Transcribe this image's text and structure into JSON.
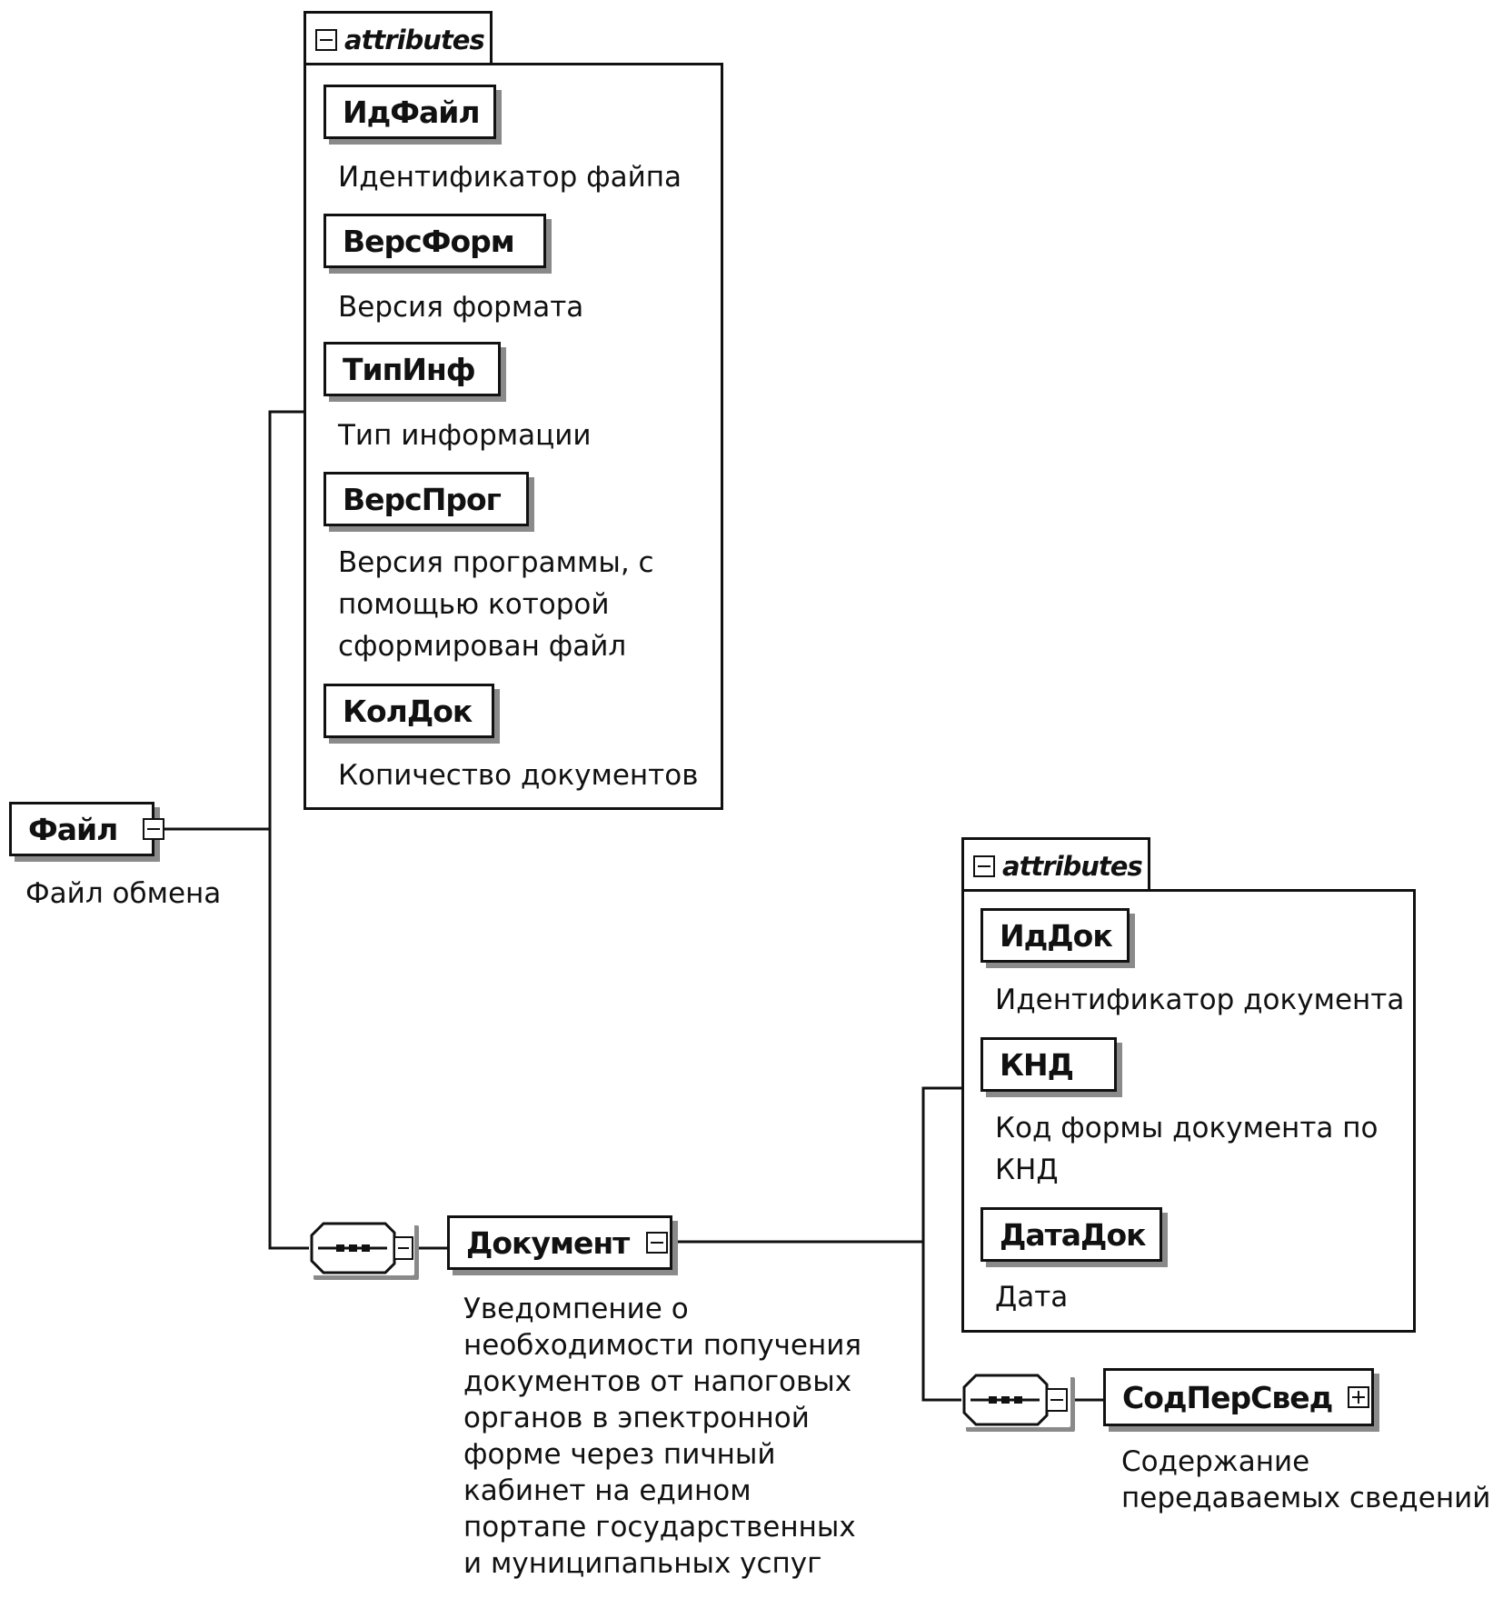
{
  "root": {
    "label": "Файл",
    "description": "Файл обмена"
  },
  "file_attributes": {
    "tab_label": "attributes",
    "items": [
      {
        "name": "ИдФайл",
        "description": "Идентификатор файпа"
      },
      {
        "name": "ВерсФорм",
        "description": "Версия формата"
      },
      {
        "name": "ТипИнф",
        "description": "Тип информации"
      },
      {
        "name": "ВерсПрог",
        "description": "Версия программы, с\nпомощью которой\nсформирован файл"
      },
      {
        "name": "КолДок",
        "description": "Копичество документов"
      }
    ]
  },
  "document": {
    "label": "Документ",
    "description": "Уведомпение о\nнеобходимости попучения\nдокументов от напоговых\nорганов в эпектронной\nформе через пичный\nкабинет на едином\nпортапе государственных\nи муниципапьных успуг"
  },
  "document_attributes": {
    "tab_label": "attributes",
    "items": [
      {
        "name": "ИдДок",
        "description": "Идентификатор документа"
      },
      {
        "name": "КНД",
        "description": "Код формы документа по\nКНД"
      },
      {
        "name": "ДатаДок",
        "description": "Дата"
      }
    ]
  },
  "content": {
    "label": "СодПерСвед",
    "description": "Содержание\nпередаваемых сведений"
  }
}
